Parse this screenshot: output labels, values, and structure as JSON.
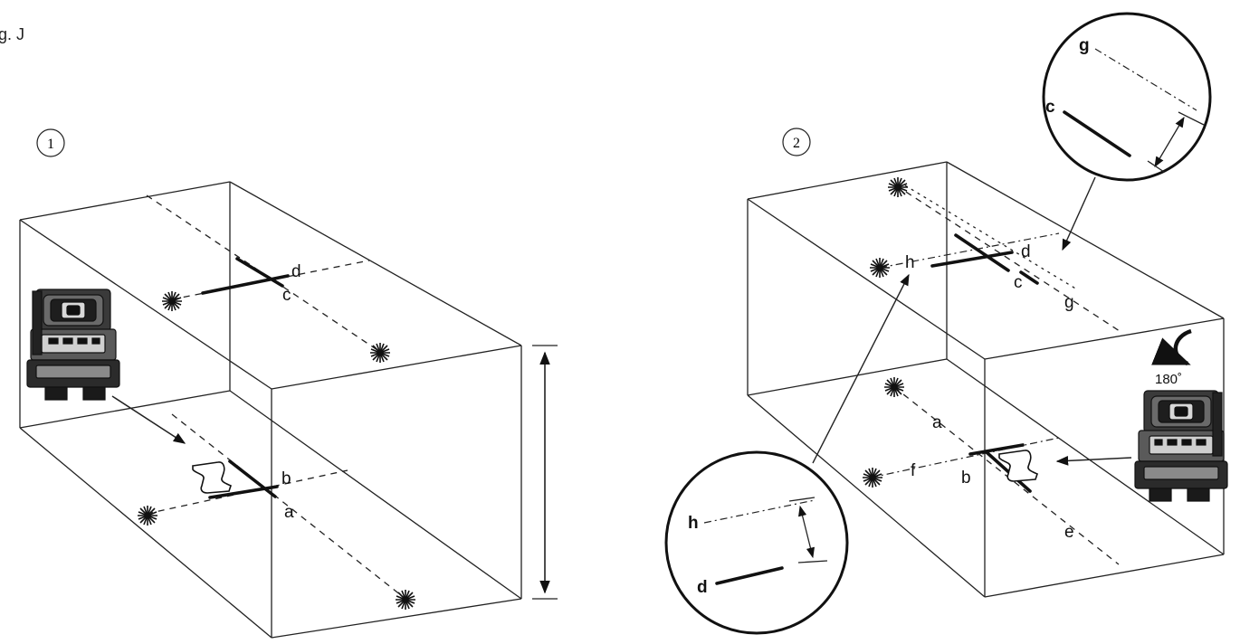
{
  "figure_label": "g. J",
  "panel_1": {
    "number": "1",
    "labels": {
      "a": "a",
      "b": "b",
      "c": "c",
      "d": "d"
    }
  },
  "panel_2": {
    "number": "2",
    "rotation": "180˚",
    "labels": {
      "a": "a",
      "b": "b",
      "c": "c",
      "d": "d",
      "e": "e",
      "f": "f",
      "g": "g",
      "h": "h"
    },
    "inset_top": {
      "g": "g",
      "c": "c"
    },
    "inset_bottom": {
      "h": "h",
      "d": "d"
    }
  }
}
